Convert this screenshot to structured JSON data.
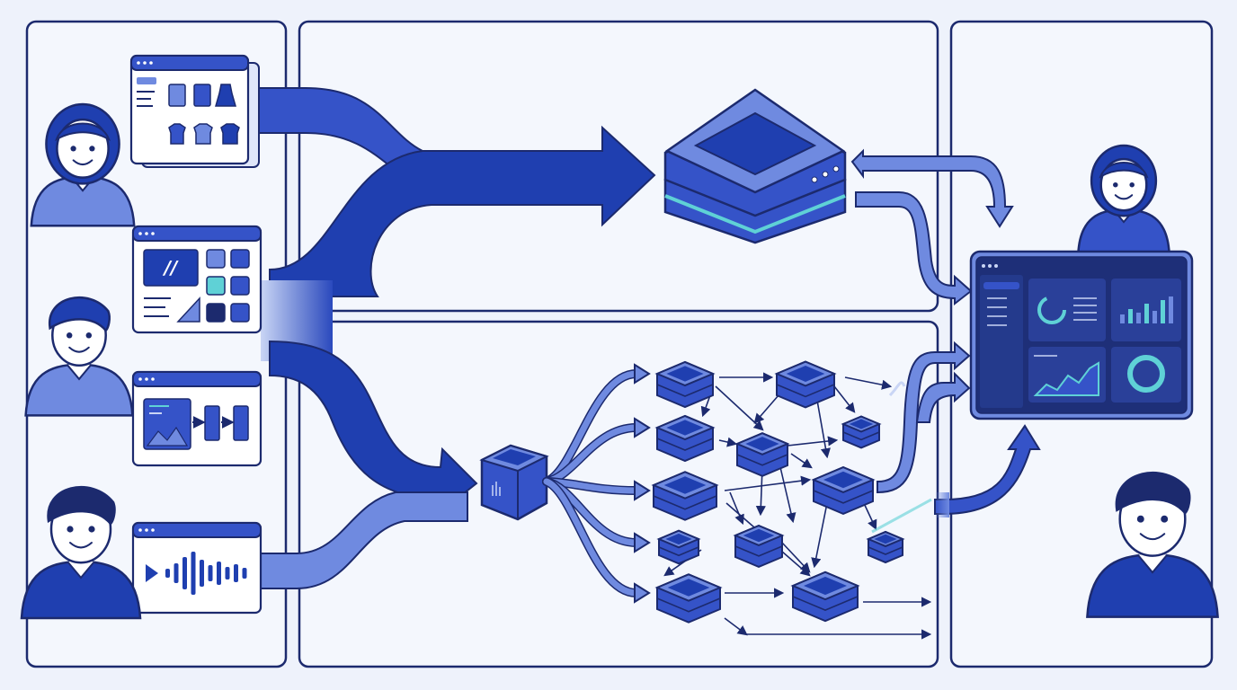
{
  "colors": {
    "background": "#eef2fb",
    "panel": "#f4f7fd",
    "outline": "#1c2a6e",
    "primary": "#1f3fb0",
    "medium": "#3553c8",
    "light": "#6f8ae0",
    "pale": "#c9d5f5",
    "teal": "#5fd1d6",
    "dashboard": "#1e2f78",
    "skin": "#ffffff"
  },
  "icons": {
    "shop_window": "clothing-catalog-window-icon",
    "design_window": "design-layout-window-icon",
    "code_window": "code-editor-window-icon",
    "media_window": "image-flow-window-icon",
    "audio_window": "audio-waveform-window-icon",
    "ingest_cube": "ingest-cube-icon",
    "server": "server-stack-icon",
    "dashboard": "analytics-dashboard-icon",
    "node": "server-node-icon"
  },
  "sources": [
    {
      "id": "catalog",
      "icon": "clothing-catalog-window-icon"
    },
    {
      "id": "design",
      "icon": "design-layout-window-icon"
    },
    {
      "id": "media",
      "icon": "image-flow-window-icon"
    },
    {
      "id": "audio",
      "icon": "audio-waveform-window-icon"
    }
  ],
  "code_glyph": "//",
  "people": [
    {
      "id": "woman-left",
      "icon": "person-avatar-icon"
    },
    {
      "id": "man-left-middle",
      "icon": "person-avatar-icon"
    },
    {
      "id": "man-left-bottom",
      "icon": "person-avatar-icon"
    },
    {
      "id": "woman-right",
      "icon": "person-avatar-icon"
    },
    {
      "id": "man-right",
      "icon": "person-avatar-icon"
    }
  ]
}
